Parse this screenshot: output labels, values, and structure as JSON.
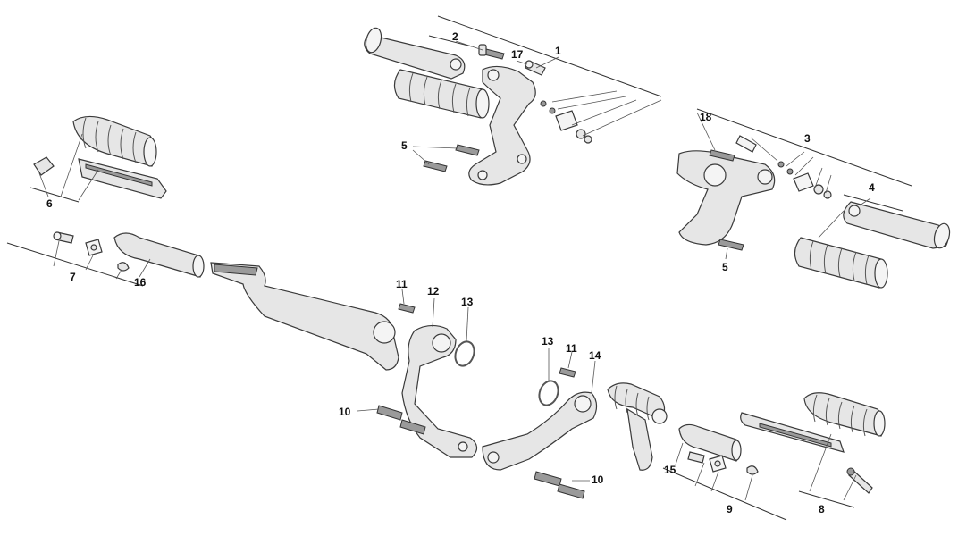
{
  "labels": {
    "l1": "1",
    "l2": "2",
    "l3": "3",
    "l4": "4",
    "l5a": "5",
    "l5b": "5",
    "l6": "6",
    "l7": "7",
    "l8": "8",
    "l9": "9",
    "l10a": "10",
    "l10b": "10",
    "l11a": "11",
    "l11b": "11",
    "l12": "12",
    "l13a": "13",
    "l13b": "13",
    "l14": "14",
    "l15": "15",
    "l16": "16",
    "l17": "17",
    "l18": "18"
  }
}
